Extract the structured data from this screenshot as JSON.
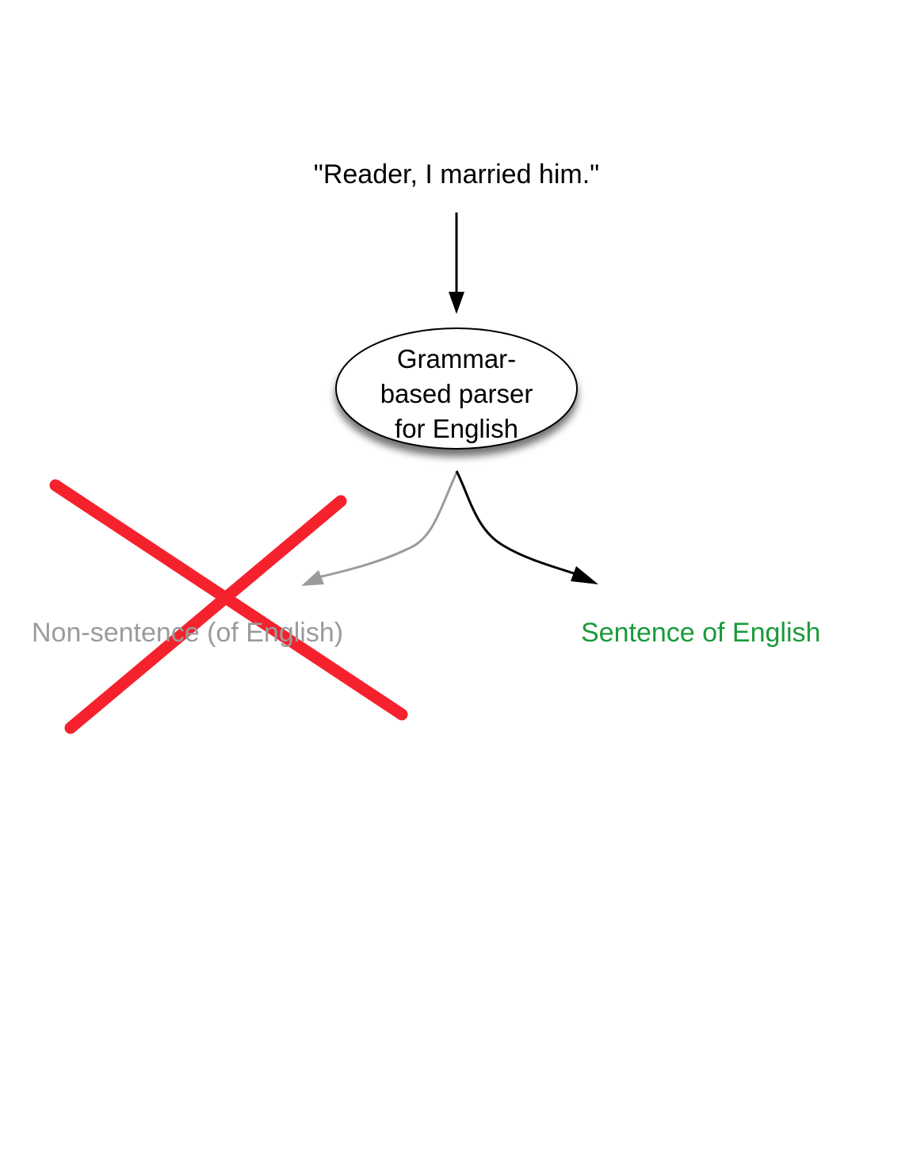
{
  "input": {
    "text": "\"Reader, I married him.\""
  },
  "parser": {
    "lines": [
      "Grammar-",
      "based parser",
      "for English"
    ]
  },
  "outputs": {
    "rejected": "Non-sentence (of English)",
    "accepted": "Sentence of English"
  },
  "colors": {
    "text": "#000000",
    "rejected_text": "#9b9b9b",
    "rejected_arrow": "#9b9b9b",
    "accepted_text": "#1a9a3a",
    "cross": "#f5222d"
  },
  "icons": {
    "cross": "cross-out-icon"
  }
}
